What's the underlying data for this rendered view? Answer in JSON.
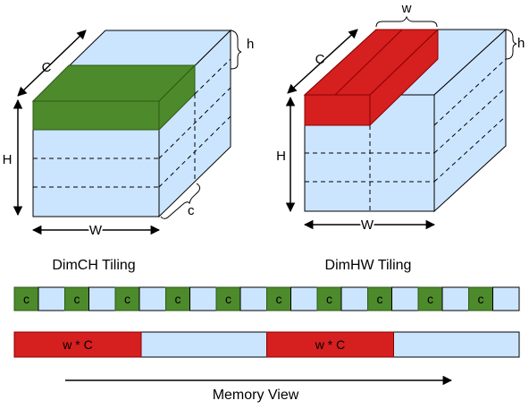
{
  "left_cube": {
    "caption": "DimCH Tiling",
    "label_c": "C",
    "label_h": "H",
    "label_w": "W",
    "label_small_h": "h",
    "label_small_c": "c"
  },
  "right_cube": {
    "caption": "DimHW Tiling",
    "label_c": "C",
    "label_h": "H",
    "label_w": "W",
    "label_small_h": "h",
    "label_small_w": "w"
  },
  "memory_strip_ch": {
    "tile_label": "c",
    "tile_count": 10
  },
  "memory_strip_hw": {
    "tile_label": "w * C",
    "tile_count": 2
  },
  "memory_axis_label": "Memory View",
  "colors": {
    "cube_fill": "#cce5ff",
    "green_tile": "#4d8a2b",
    "red_tile": "#d61f1f",
    "outline": "#000000"
  }
}
